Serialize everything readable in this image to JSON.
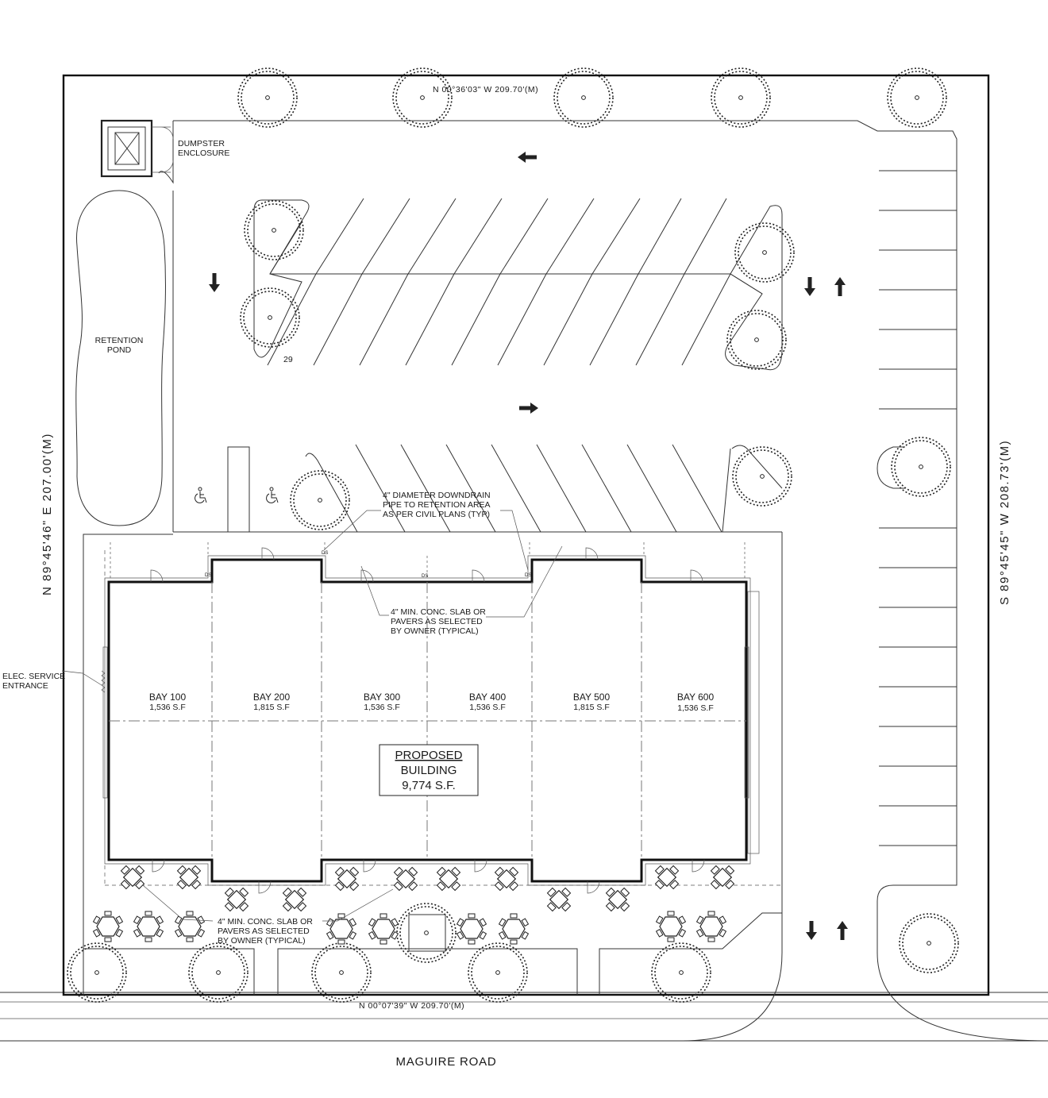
{
  "labels": {
    "north_bearing": "N 00°36'03\" W  209.70'(M)",
    "south_bearing": "N 00°07'39\" W  209.70'(M)",
    "west_bearing": "N 89°45'46\"  E  207.00'(M)",
    "east_bearing": "S 89°45'45\"  W  208.73'(M)",
    "dumpster_line1": "DUMPSTER",
    "dumpster_line2": "ENCLOSURE",
    "pond_line1": "RETENTION",
    "pond_line2": "POND",
    "parking_count": "29",
    "downdrain_line1": "4\" DIAMETER DOWNDRAIN",
    "downdrain_line2": "PIPE TO RETENTION AREA",
    "downdrain_line3": "AS PER CIVIL PLANS (TYP)",
    "slab_north_line1": "4\" MIN. CONC. SLAB OR",
    "slab_north_line2": "PAVERS AS SELECTED",
    "slab_north_line3": "BY OWNER (TYPICAL)",
    "slab_south_line1": "4\" MIN. CONC. SLAB OR",
    "slab_south_line2": "PAVERS AS SELECTED",
    "slab_south_line3": "BY OWNER (TYPICAL)",
    "elec_line1": "ELEC. SERVICE",
    "elec_line2": "ENTRANCE",
    "building_line1": "PROPOSED",
    "building_line2": "BUILDING",
    "building_line3": "9,774 S.F.",
    "road_name": "MAGUIRE ROAD",
    "downspout_tag": "DS"
  },
  "bays": [
    {
      "name": "BAY 100",
      "area": "1,536 S.F"
    },
    {
      "name": "BAY 200",
      "area": "1,815 S.F"
    },
    {
      "name": "BAY 300",
      "area": "1,536 S.F"
    },
    {
      "name": "BAY 400",
      "area": "1,536 S.F"
    },
    {
      "name": "BAY 500",
      "area": "1,815 S.F"
    },
    {
      "name": "BAY 600",
      "area": "1,536 S.F"
    }
  ]
}
